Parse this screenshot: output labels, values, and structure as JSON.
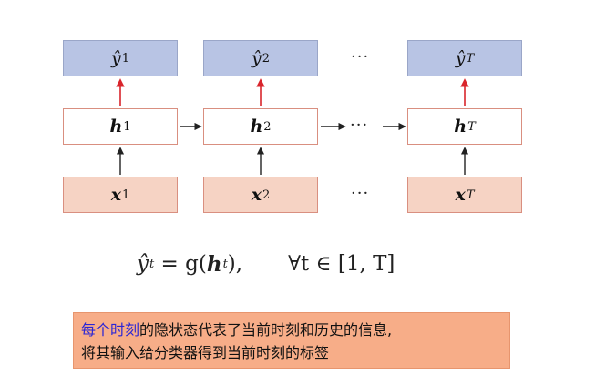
{
  "outputs": [
    {
      "sym": "ŷ",
      "sub": "1"
    },
    {
      "sym": "ŷ",
      "sub": "2"
    },
    {
      "sym": "ŷ",
      "sub": "T"
    }
  ],
  "hidden": [
    {
      "sym": "h",
      "sub": "1"
    },
    {
      "sym": "h",
      "sub": "2"
    },
    {
      "sym": "h",
      "sub": "T"
    }
  ],
  "inputs": [
    {
      "sym": "x",
      "sub": "1"
    },
    {
      "sym": "x",
      "sub": "2"
    },
    {
      "sym": "x",
      "sub": "T"
    }
  ],
  "ellipsis": "···",
  "formula": {
    "lhs_sym": "ŷ",
    "lhs_sub": "t",
    "eq": " = g(",
    "h_sym": "h",
    "h_sub": "t",
    "close": "),",
    "forall": "∀t ∈ [1, T]"
  },
  "note": {
    "highlight": "每个时刻",
    "line1_rest": "的隐状态代表了当前时刻和历史的信息,",
    "line2": "将其输入给分类器得到当前时刻的标签"
  },
  "colors": {
    "output_fill": "#b8c4e4",
    "input_fill": "#f6d3c4",
    "box_border": "#d98f80",
    "output_arrow": "#d9252c",
    "plain_arrow": "#222222",
    "note_fill": "#f7ad88",
    "highlight_text": "#2a25d6"
  }
}
